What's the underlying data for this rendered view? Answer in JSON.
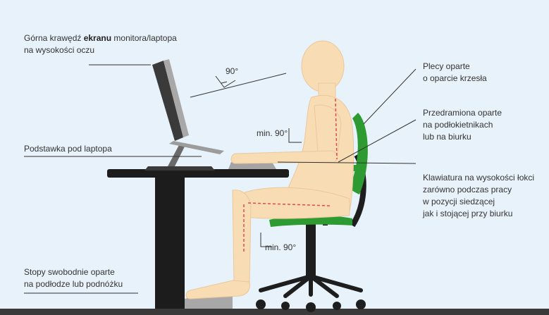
{
  "labels": {
    "monitor_top": {
      "line1_before": "Górna krawędź ",
      "line1_bold": "ekranu",
      "line1_after": " monitora/laptopa",
      "line2": "na wysokości oczu"
    },
    "laptop_stand": "Podstawka pod laptopa",
    "feet": {
      "line1": "Stopy swobodnie oparte",
      "line2": "na podłodze lub podnóżku"
    },
    "back": {
      "line1": "Plecy oparte",
      "line2": "o oparcie krzesła"
    },
    "forearms": {
      "line1": "Przedramiona oparte",
      "line2": "na podłokietnikach",
      "line3": "lub na biurku"
    },
    "keyboard": {
      "line1": "Klawiatura na wysokości łokci",
      "line2": "zarówno podczas pracy",
      "line3": "w pozycji siedzącej",
      "line4": "jak i stojącej przy biurku"
    }
  },
  "angles": {
    "gaze": "90°",
    "elbow": "min. 90°",
    "knee": "min. 90°"
  },
  "colors": {
    "background": "#e8f2fa",
    "skin": "#f8dcb4",
    "chair_green": "#2e9a32",
    "chair_black": "#1e1e1e",
    "desk": "#1c1c1c",
    "device_grey": "#8c8c8c",
    "floor": "#3a3a3a",
    "line": "#333333"
  }
}
